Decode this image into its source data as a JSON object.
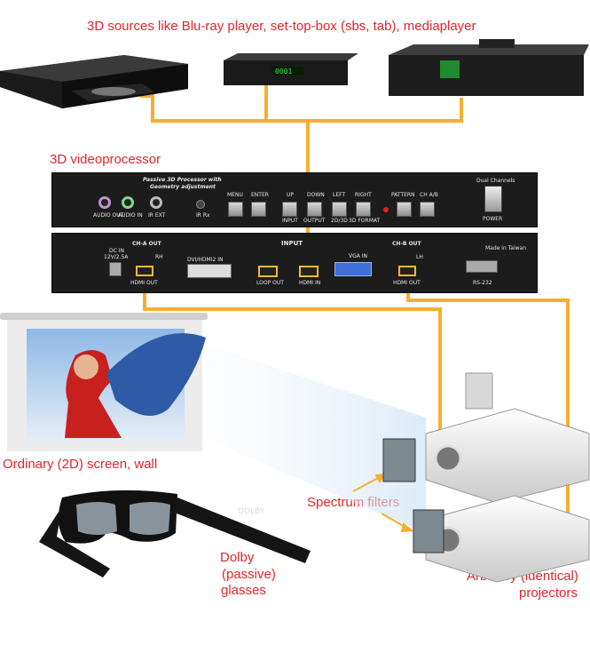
{
  "labels": {
    "sources": "3D sources like Blu-ray player, set-top-box (sbs, tab), mediaplayer",
    "processor": "3D videoprocessor",
    "screen": "Ordinary (2D) screen, wall",
    "filters": "Spectrum filters",
    "glasses_1": "Dolby",
    "glasses_2": "(passive)",
    "glasses_3": "glasses",
    "projectors_1": "Arbitrary (identical)",
    "projectors_2": "projectors"
  },
  "front_panel": {
    "title_1": "Passive 3D Processor with",
    "title_2": "Geometry adjustment",
    "audio_out": "AUDIO OUT",
    "audio_in": "AUDIO IN",
    "ir_ext": "IR EXT",
    "ir_rx": "IR Rx",
    "menu": "MENU",
    "enter": "ENTER",
    "up": "UP",
    "down": "DOWN",
    "left": "LEFT",
    "right": "RIGHT",
    "input": "INPUT",
    "output": "OUTPUT",
    "2d3d": "2D/3D",
    "3d_format": "3D FORMAT",
    "pattern": "PATTERN",
    "ch_ab": "CH A/B",
    "dual_channels": "Dual Channels",
    "power": "POWER"
  },
  "back_panel": {
    "dc_in": "DC IN",
    "dc_spec": "12V/2.5A",
    "cha_out": "CH-A OUT",
    "rh": "RH",
    "hdmi_out_a": "HDMI OUT",
    "input": "INPUT",
    "dvi_in": "DVI/HDMI2 IN",
    "loop_out": "LOOP OUT",
    "hdmi_in": "HDMI IN",
    "vga_in": "VGA IN",
    "chb_out": "CH-B OUT",
    "lh": "LH",
    "hdmi_out_b": "HDMI OUT",
    "made_in": "Made in Taiwan",
    "rs232": "RS-232"
  },
  "glasses_brand": "DOLBY",
  "colors": {
    "label": "#e0262a",
    "cable": "#f7ae2f",
    "panel": "#1c1c1c"
  }
}
